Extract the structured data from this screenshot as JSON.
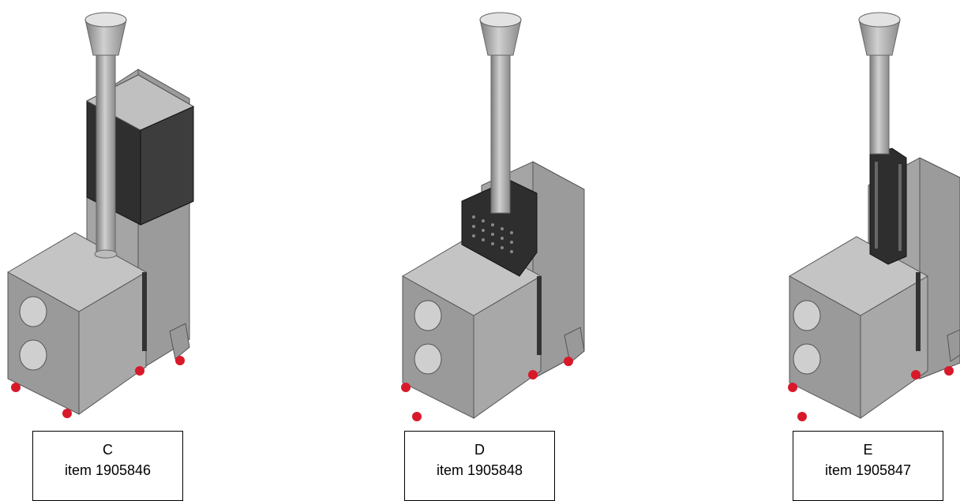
{
  "variants": [
    {
      "letter": "C",
      "item": "item 1905846"
    },
    {
      "letter": "D",
      "item": "item 1905848"
    },
    {
      "letter": "E",
      "item": "item 1905847"
    }
  ],
  "colors": {
    "body_gray": "#9a9a9a",
    "body_light": "#b8b8b8",
    "body_top": "#c4c4c4",
    "panel_dark": "#3a3a3a",
    "pipe": "#a9a9a9",
    "wheel_red": "#d8192a"
  }
}
